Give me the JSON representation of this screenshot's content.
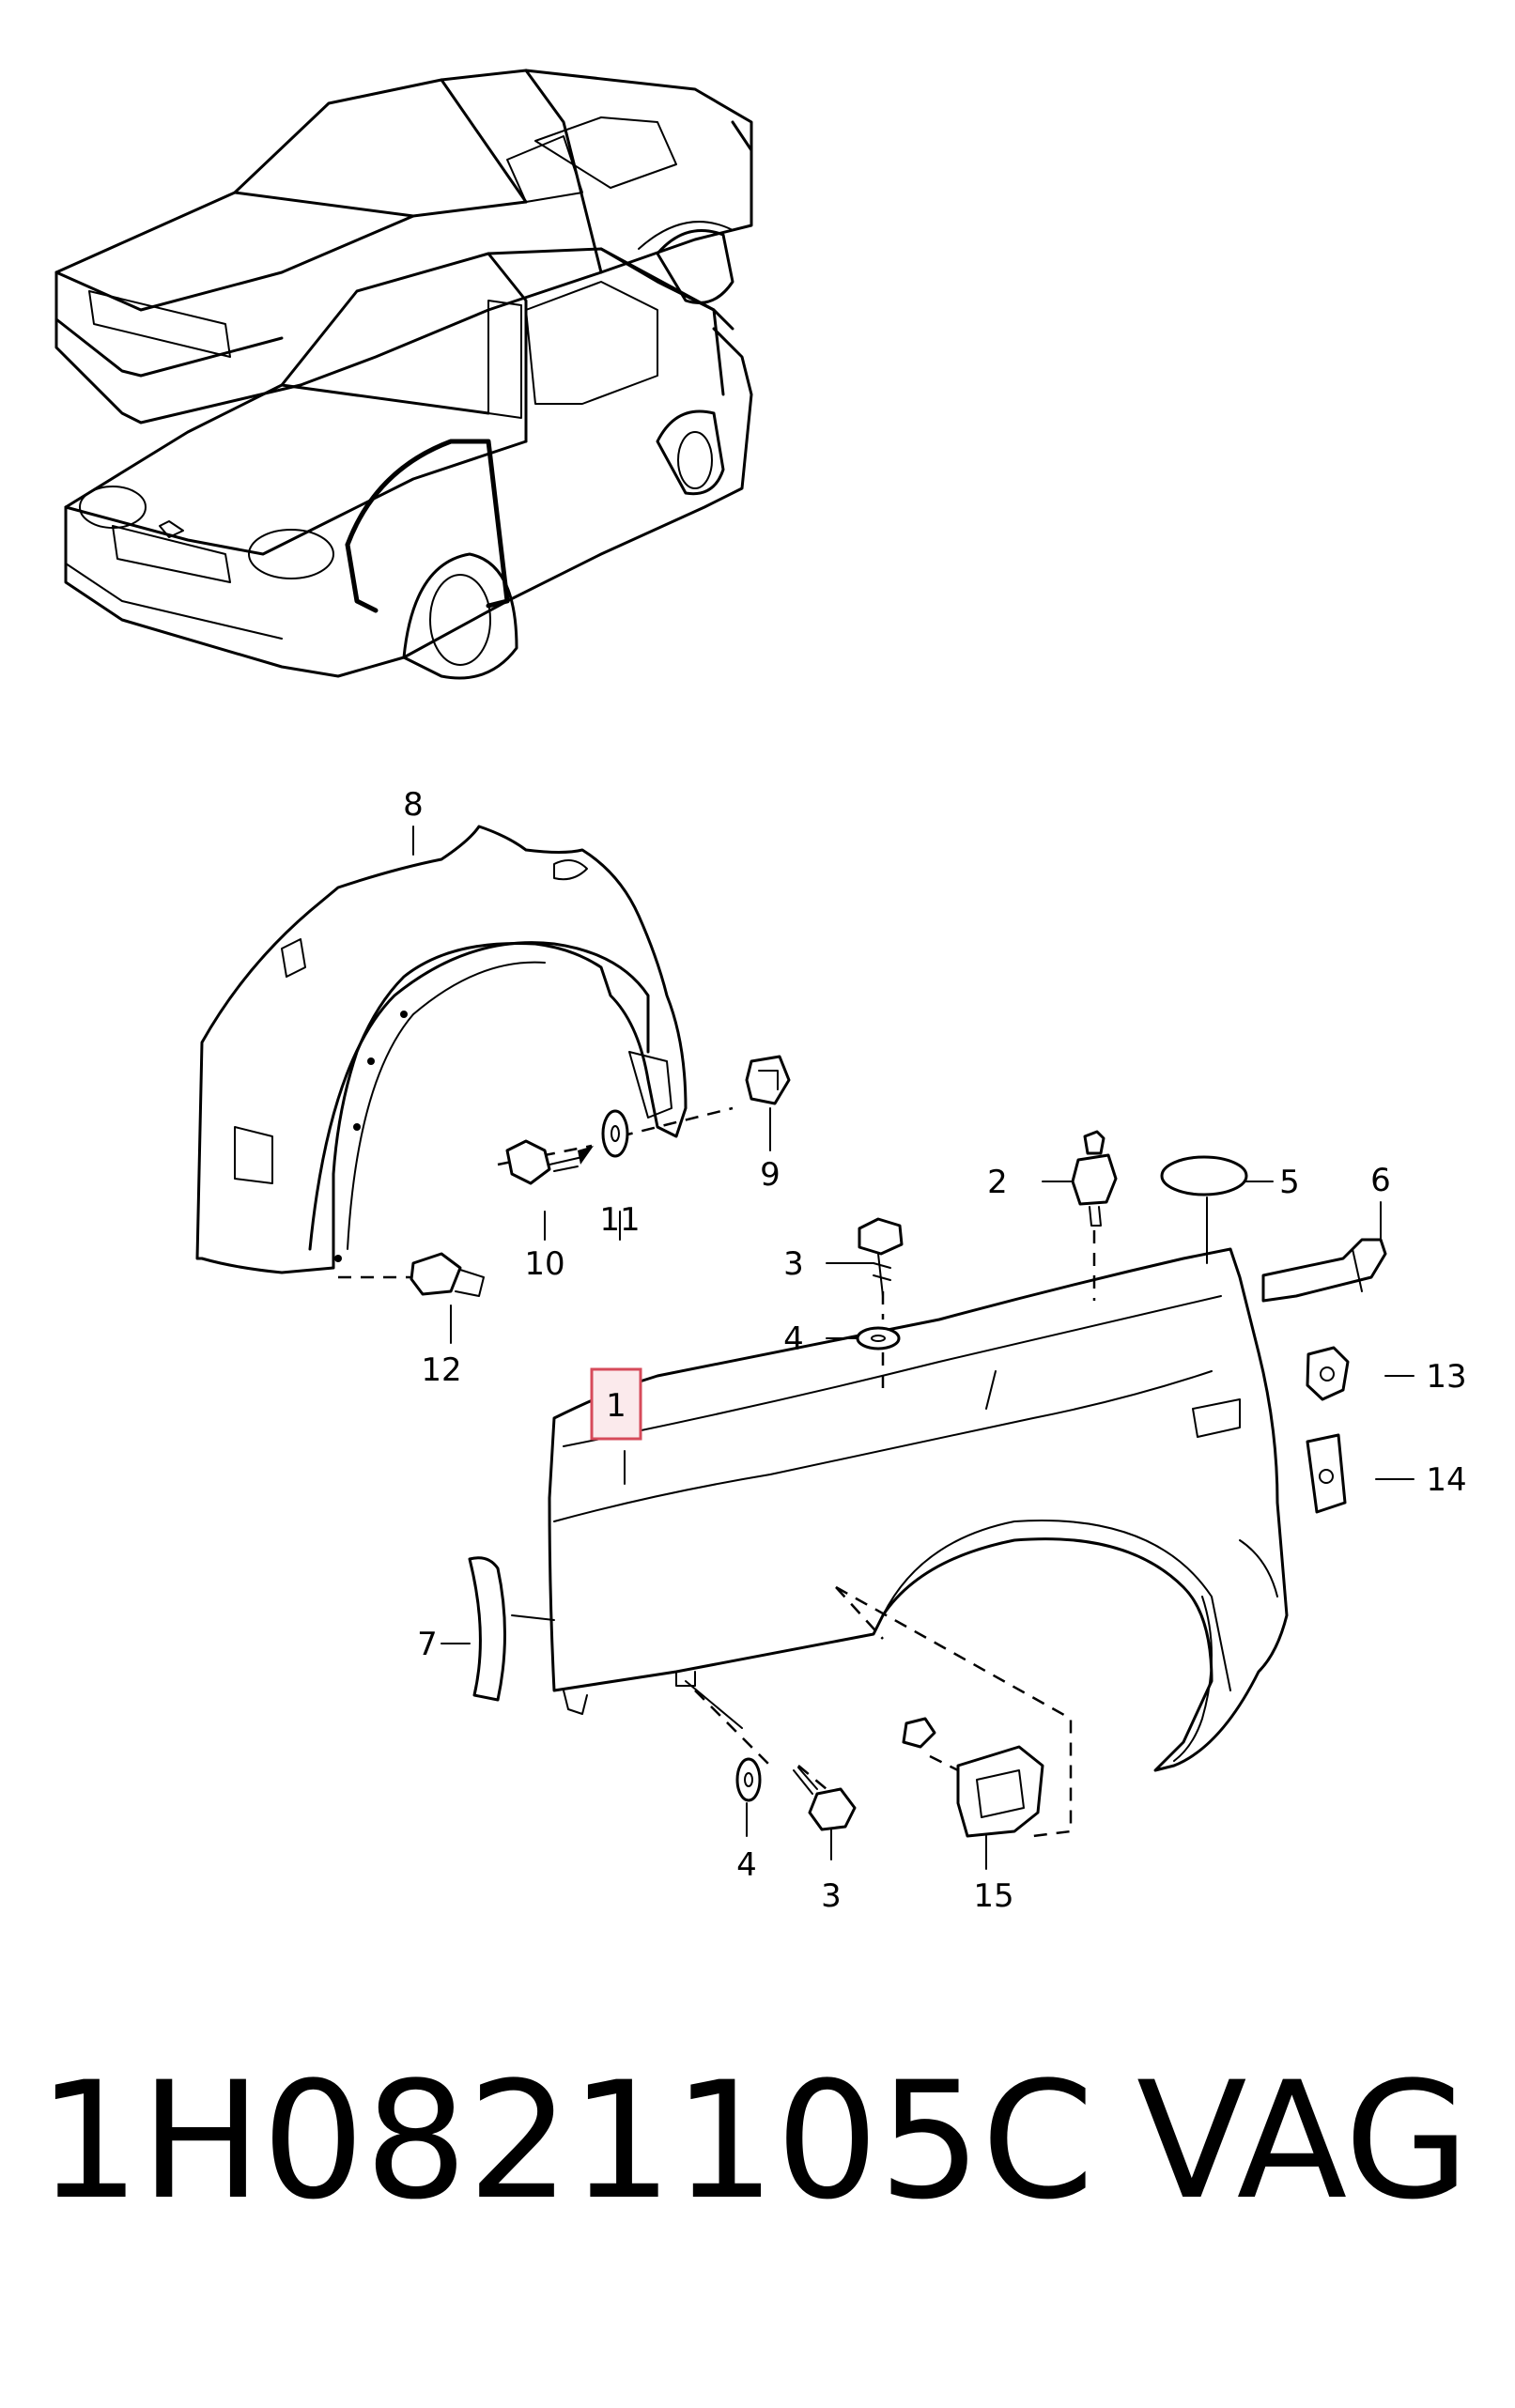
{
  "callouts": [
    {
      "id": "1",
      "label": "1",
      "highlighted": true
    },
    {
      "id": "2",
      "label": "2"
    },
    {
      "id": "3a",
      "label": "3"
    },
    {
      "id": "3b",
      "label": "3"
    },
    {
      "id": "4a",
      "label": "4"
    },
    {
      "id": "4b",
      "label": "4"
    },
    {
      "id": "5",
      "label": "5"
    },
    {
      "id": "6",
      "label": "6"
    },
    {
      "id": "7",
      "label": "7"
    },
    {
      "id": "8",
      "label": "8"
    },
    {
      "id": "9",
      "label": "9"
    },
    {
      "id": "10",
      "label": "10"
    },
    {
      "id": "11",
      "label": "11"
    },
    {
      "id": "12",
      "label": "12"
    },
    {
      "id": "13",
      "label": "13"
    },
    {
      "id": "14",
      "label": "14"
    },
    {
      "id": "15",
      "label": "15"
    }
  ],
  "caption": {
    "part_number": "1H0821105C",
    "brand": "VAG"
  },
  "colors": {
    "line": "#000000",
    "highlight_fill": "#fbeaec",
    "highlight_stroke": "#d64a5a"
  }
}
